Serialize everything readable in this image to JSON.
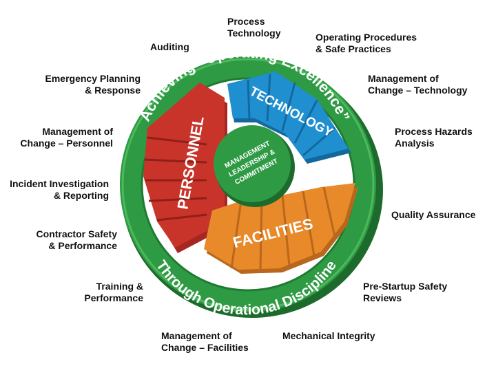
{
  "diagram": {
    "ring_top_text": "Achieving “Operating Excellence”",
    "ring_bottom_text": "Through Operational Discipline",
    "center_text": [
      "MANAGEMENT",
      "LEADERSHIP &",
      "COMMITMENT"
    ],
    "segments": {
      "personnel": "PERSONNEL",
      "technology": "TECHNOLOGY",
      "facilities": "FACILITIES"
    },
    "colors": {
      "ring_green": "#2f9a44",
      "personnel_red": "#c8342a",
      "technology_blue": "#1f8fd0",
      "facilities_orange": "#e8892a"
    },
    "elements": {
      "process_technology": [
        "Process",
        "Technology"
      ],
      "operating_procedures": [
        "Operating Procedures",
        "& Safe Practices"
      ],
      "moc_technology": [
        "Management of",
        "Change – Technology"
      ],
      "process_hazards": [
        "Process Hazards",
        "Analysis"
      ],
      "quality_assurance": [
        "Quality Assurance"
      ],
      "pre_startup": [
        "Pre-Startup Safety",
        "Reviews"
      ],
      "mechanical_integrity": [
        "Mechanical Integrity"
      ],
      "moc_facilities": [
        "Management of",
        "Change – Facilities"
      ],
      "training": [
        "Training &",
        "Performance"
      ],
      "contractor_safety": [
        "Contractor Safety",
        "& Performance"
      ],
      "incident_investigation": [
        "Incident Investigation",
        "& Reporting"
      ],
      "moc_personnel": [
        "Management of",
        "Change – Personnel"
      ],
      "emergency_planning": [
        "Emergency Planning",
        "& Response"
      ],
      "auditing": [
        "Auditing"
      ]
    }
  }
}
